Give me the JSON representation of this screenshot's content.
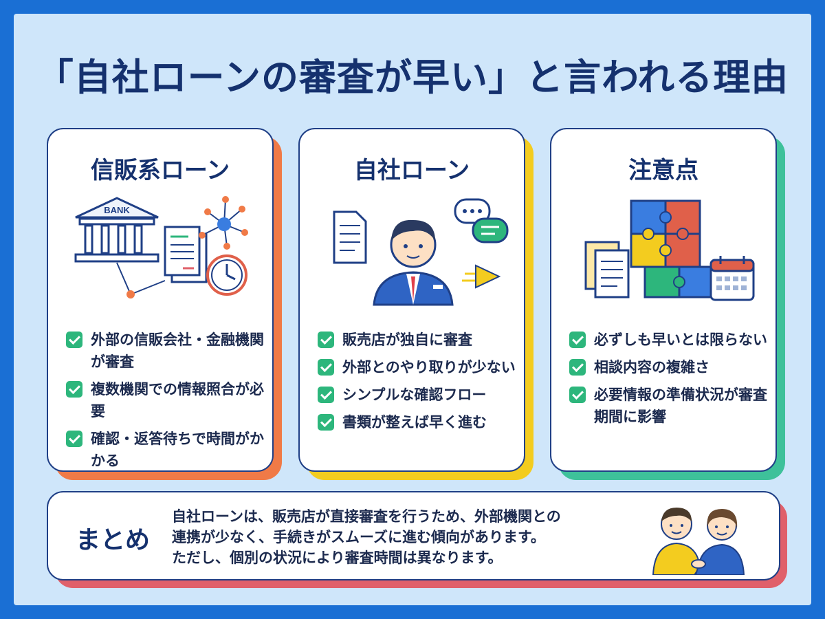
{
  "title": "「自社ローンの審査が早い」と言われる理由",
  "cards": [
    {
      "title": "信販系ローン",
      "shadow_color": "#f07a47",
      "illustration_text": "BANK",
      "bullets": [
        "外部の信販会社・金融機関が審査",
        "複数機関での情報照合が必要",
        "確認・返答待ちで時間がかかる"
      ]
    },
    {
      "title": "自社ローン",
      "shadow_color": "#f3cc1f",
      "bullets": [
        "販売店が独自に審査",
        "外部とのやり取りが少ない",
        "シンプルな確認フロー",
        "書類が整えば早く進む"
      ]
    },
    {
      "title": "注意点",
      "shadow_color": "#3ec19a",
      "bullets": [
        "必ずしも早いとは限らない",
        "相談内容の複雑さ",
        "必要情報の準備状況が審査期間に影響"
      ]
    }
  ],
  "summary": {
    "label": "まとめ",
    "lines": [
      "自社ローンは、販売店が直接審査を行うため、外部機関との",
      "連携が少なく、手続きがスムーズに進む傾向があります。",
      "ただし、個別の状況により審査時間は異なります。"
    ]
  }
}
